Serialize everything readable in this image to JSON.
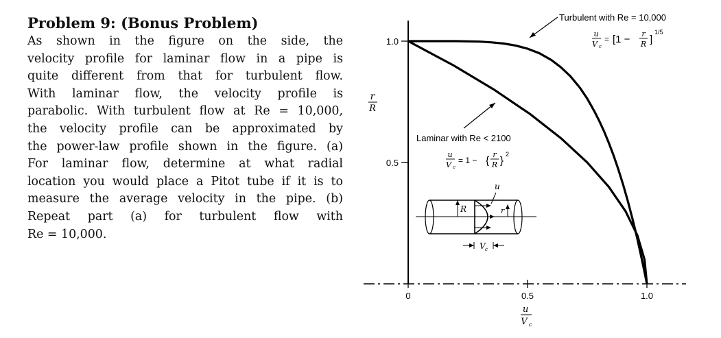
{
  "problem": {
    "title": "Problem 9: (Bonus Problem)",
    "lines": [
      "As shown in the figure on the side, the",
      "velocity profile for laminar flow in a pipe is",
      "quite different from that for turbulent flow.",
      "With laminar flow, the velocity profile is",
      "parabolic. With turbulent flow at Re = 10,000,",
      "the velocity profile can be approximated by",
      "the power-law profile shown in the figure. (a)",
      "For laminar flow, determine at what radial",
      "location you would place a Pitot tube if it is to",
      "measure the average velocity in the pipe. (b)",
      "Repeat part (a) for turbulent flow with",
      "Re = 10,000."
    ]
  },
  "chart_data": {
    "type": "line",
    "xlim": [
      0,
      1
    ],
    "ylim": [
      0,
      1
    ],
    "x_ticks": [
      "0",
      "0.5",
      "1.0"
    ],
    "y_ticks": [
      "0.5",
      "1.0"
    ],
    "y_tick_values": [
      0.5,
      1.0
    ],
    "x_tick_values": [
      0,
      0.5,
      1.0
    ],
    "xlabel": {
      "num": "u",
      "den": "V",
      "den_sub": "c"
    },
    "ylabel": {
      "num": "r",
      "den": "R"
    },
    "series": [
      {
        "name": "Turbulent with Re = 10,000",
        "formula": {
          "lhs_num": "u",
          "lhs_den": "V",
          "lhs_sub": "c",
          "eq": "=",
          "open": "[1 −",
          "frac_num": "r",
          "frac_den": "R",
          "close": "]",
          "exp": "1/5"
        },
        "points": [
          [
            1.0,
            0.0
          ],
          [
            0.99,
            0.049
          ],
          [
            0.98,
            0.096
          ],
          [
            0.96,
            0.185
          ],
          [
            0.94,
            0.266
          ],
          [
            0.92,
            0.341
          ],
          [
            0.9,
            0.41
          ],
          [
            0.88,
            0.473
          ],
          [
            0.86,
            0.53
          ],
          [
            0.84,
            0.582
          ],
          [
            0.82,
            0.629
          ],
          [
            0.8,
            0.672
          ],
          [
            0.78,
            0.711
          ],
          [
            0.75,
            0.763
          ],
          [
            0.72,
            0.807
          ],
          [
            0.68,
            0.855
          ],
          [
            0.64,
            0.892
          ],
          [
            0.6,
            0.922
          ],
          [
            0.55,
            0.95
          ],
          [
            0.5,
            0.969
          ],
          [
            0.45,
            0.982
          ],
          [
            0.4,
            0.99
          ],
          [
            0.35,
            0.995
          ],
          [
            0.3,
            0.998
          ],
          [
            0.2,
            1.0
          ],
          [
            0.1,
            1.0
          ],
          [
            0.0,
            1.0
          ]
        ]
      },
      {
        "name": "Laminar with Re < 2100",
        "formula": {
          "lhs_num": "u",
          "lhs_den": "V",
          "lhs_sub": "c",
          "eq": "= 1 −",
          "frac_num": "r",
          "frac_den": "R",
          "exp": "2"
        },
        "points": [
          [
            1.0,
            0.0
          ],
          [
            0.99,
            0.1
          ],
          [
            0.96,
            0.2
          ],
          [
            0.91,
            0.3
          ],
          [
            0.84,
            0.4
          ],
          [
            0.75,
            0.5
          ],
          [
            0.64,
            0.6
          ],
          [
            0.51,
            0.7
          ],
          [
            0.36,
            0.8
          ],
          [
            0.19,
            0.9
          ],
          [
            0.0,
            1.0
          ]
        ]
      }
    ],
    "inset": {
      "radius_label": "R",
      "r_label": "r",
      "u_label": "u",
      "vc_label": "V",
      "vc_sub": "c"
    }
  }
}
